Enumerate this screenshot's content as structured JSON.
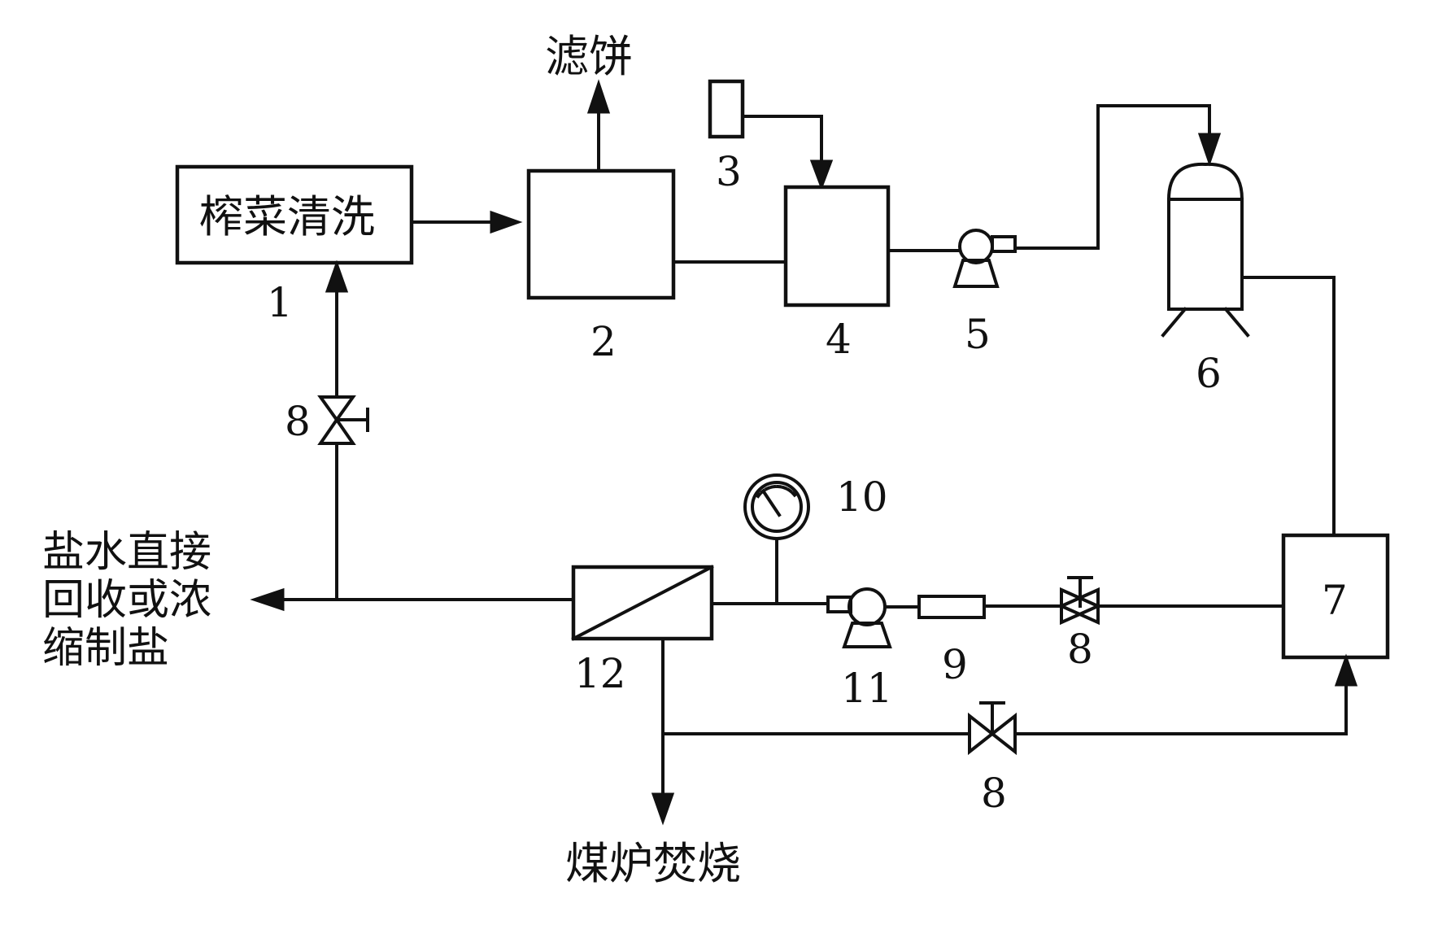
{
  "labels": {
    "wash": "榨菜清洗",
    "filter_cake": "滤饼",
    "brine_lines": [
      "盐水直接",
      "回收或浓",
      "缩制盐"
    ],
    "boiler": "煤炉焚烧"
  },
  "numbers": {
    "n1": "1",
    "n2": "2",
    "n3": "3",
    "n4": "4",
    "n5": "5",
    "n6": "6",
    "n7": "7",
    "n8_left": "8",
    "n8_mid": "8",
    "n8_bottom": "8",
    "n9": "9",
    "n10": "10",
    "n11": "11",
    "n12": "12"
  },
  "icons": {
    "valve": "valve-icon",
    "pump": "pump-icon",
    "gauge": "pressure-gauge-icon",
    "filter": "cartridge-filter-icon",
    "membrane": "membrane-module-icon",
    "tank": "tank-icon"
  },
  "colors": {
    "ink": "#111111",
    "background": "#ffffff"
  }
}
